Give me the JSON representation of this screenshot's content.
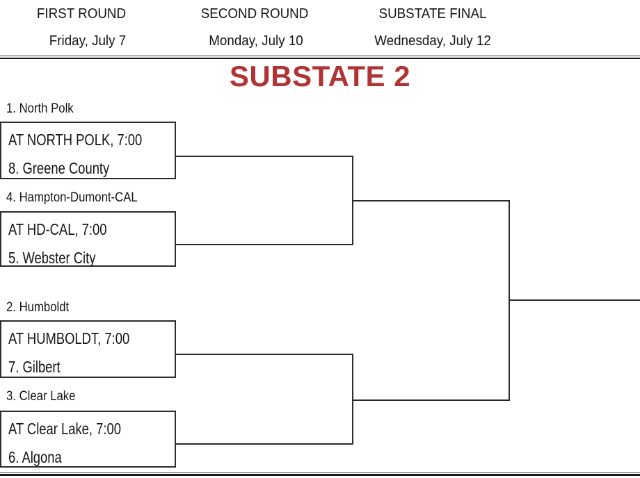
{
  "header": {
    "columns": [
      {
        "round": "FIRST ROUND",
        "date": "Friday, July 7"
      },
      {
        "round": "SECOND ROUND",
        "date": "Monday, July 10"
      },
      {
        "round": "SUBSTATE FINAL",
        "date": "Wednesday, July 12"
      }
    ]
  },
  "title": {
    "text": "SUBSTATE 2",
    "color": "#b03434"
  },
  "bracket": {
    "matchups": [
      {
        "top_seed": "1. North Polk",
        "venue": "AT NORTH POLK, 7:00",
        "bottom_seed": "8. Greene County"
      },
      {
        "top_seed": "4. Hampton-Dumont-CAL",
        "venue": "AT HD-CAL, 7:00",
        "bottom_seed": "5. Webster City"
      },
      {
        "top_seed": "2. Humboldt",
        "venue": "AT HUMBOLDT, 7:00",
        "bottom_seed": "7. Gilbert"
      },
      {
        "top_seed": "3. Clear Lake",
        "venue": "AT Clear Lake, 7:00",
        "bottom_seed": "6. Algona"
      }
    ]
  }
}
